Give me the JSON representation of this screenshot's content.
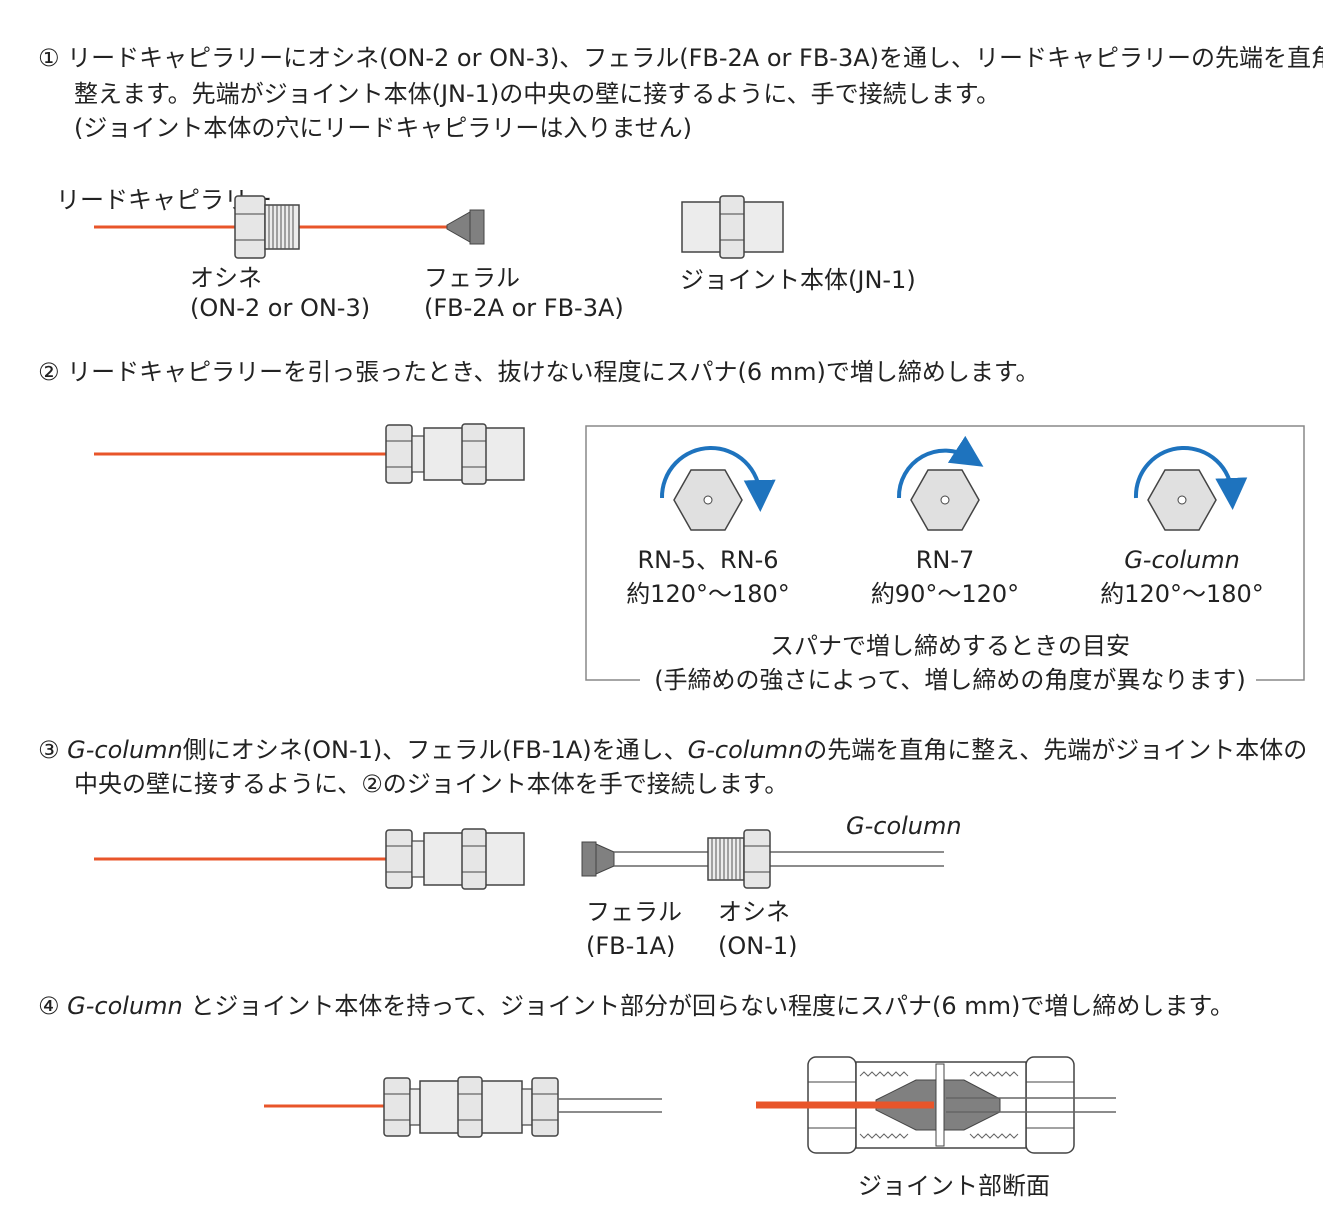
{
  "step1": {
    "number": "①",
    "line1": "リードキャピラリーにオシネ(ON-2 or ON-3)、フェラル(FB-2A or FB-3A)を通し、リードキャピラリーの先端を直角に",
    "line2": "整えます。先端がジョイント本体(JN-1)の中央の壁に接するように、手で接続します。",
    "line3": "(ジョイント本体の穴にリードキャピラリーは入りません)",
    "capillary_label": "リードキャピラリー",
    "nut_label": "オシネ",
    "nut_code": "(ON-2 or ON-3)",
    "ferrule_label": "フェラル",
    "ferrule_code": "(FB-2A or FB-3A)",
    "joint_label": "ジョイント本体(JN-1)"
  },
  "step2": {
    "number": "②",
    "text": "リードキャピラリーを引っ張ったとき、抜けない程度にスパナ(6 mm)で増し締めします。",
    "guide": {
      "items": [
        {
          "name": "RN-5、RN-6",
          "angle": "約120°～180°"
        },
        {
          "name": "RN-7",
          "angle": "約90°～120°"
        },
        {
          "name": "G-column",
          "angle": "約120°～180°"
        }
      ],
      "caption1": "スパナで増し締めするときの目安",
      "caption2": "(手締めの強さによって、増し締めの角度が異なります)"
    }
  },
  "step3": {
    "number": "③",
    "col1": "G-column",
    "text1": "側にオシネ(ON-1)、フェラル(FB-1A)を通し、",
    "col2": "G-column",
    "text2": "の先端を直角に整え、先端がジョイント本体の",
    "line2": "中央の壁に接するように、②のジョイント本体を手で接続します。",
    "column_label": "G-column",
    "ferrule_label": "フェラル",
    "ferrule_code": "(FB-1A)",
    "nut_label": "オシネ",
    "nut_code": "(ON-1)"
  },
  "step4": {
    "number": "④",
    "col": "G-column",
    "text": "とジョイント本体を持って、ジョイント部分が回らない程度にスパナ(6 mm)で増し締めします。",
    "section_label": "ジョイント部断面"
  },
  "colors": {
    "capillary": "#e8552a",
    "arrow": "#1e73be",
    "part_fill": "#e6e6e6",
    "part_stroke": "#444444",
    "ferrule": "#808080",
    "frame": "#888888"
  }
}
